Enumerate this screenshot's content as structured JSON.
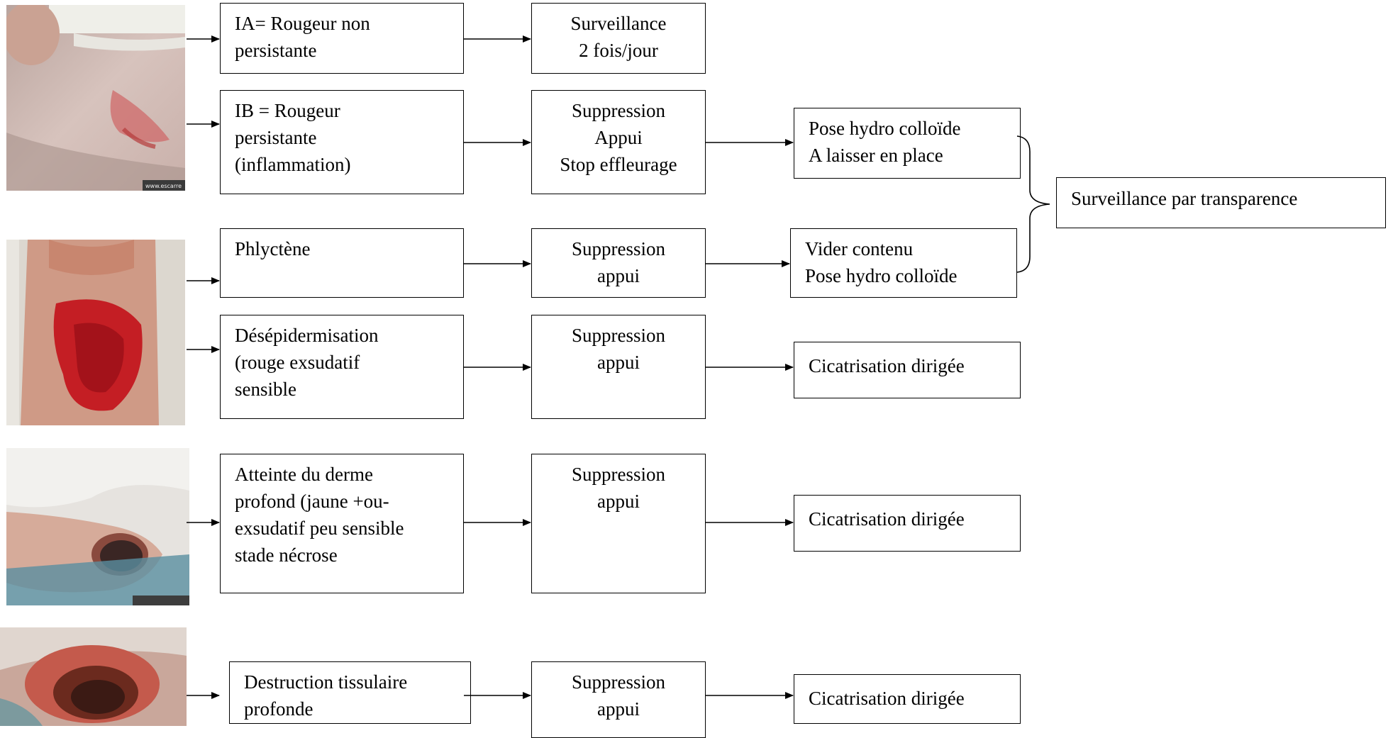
{
  "rows": {
    "ia": {
      "stage": [
        "IA= Rougeur non",
        "persistante"
      ],
      "action": [
        "Surveillance",
        "2 fois/jour"
      ]
    },
    "ib": {
      "stage": [
        "IB = Rougeur",
        "persistante",
        "(inflammation)"
      ],
      "action": [
        "Suppression",
        "Appui",
        "Stop effleurage"
      ],
      "care": [
        "Pose hydro colloïde",
        "A laisser en place"
      ]
    },
    "phlyctene": {
      "stage": [
        "Phlyctène"
      ],
      "action": [
        "Suppression",
        "appui"
      ],
      "care": [
        "Vider contenu",
        "Pose hydro colloïde"
      ]
    },
    "desepidermisation": {
      "stage": [
        "Désépidermisation",
        "(rouge exsudatif",
        "sensible"
      ],
      "action": [
        "Suppression",
        "appui"
      ],
      "care": [
        "Cicatrisation dirigée"
      ]
    },
    "derme": {
      "stage": [
        "Atteinte du derme",
        "profond (jaune +ou-",
        "exsudatif peu sensible",
        "stade nécrose"
      ],
      "action": [
        "Suppression",
        "appui"
      ],
      "care": [
        "Cicatrisation dirigée"
      ]
    },
    "destruction": {
      "stage": [
        "Destruction tissulaire",
        "profonde"
      ],
      "action": [
        "Suppression",
        "appui"
      ],
      "care": [
        "Cicatrisation dirigée"
      ]
    }
  },
  "transparence": [
    "Surveillance par transparence"
  ],
  "photos": {
    "p1_watermark": "www.escarre"
  },
  "colors": {
    "line": "#000000",
    "skin": "#d9b3a6",
    "wound_red": "#c41e24"
  }
}
